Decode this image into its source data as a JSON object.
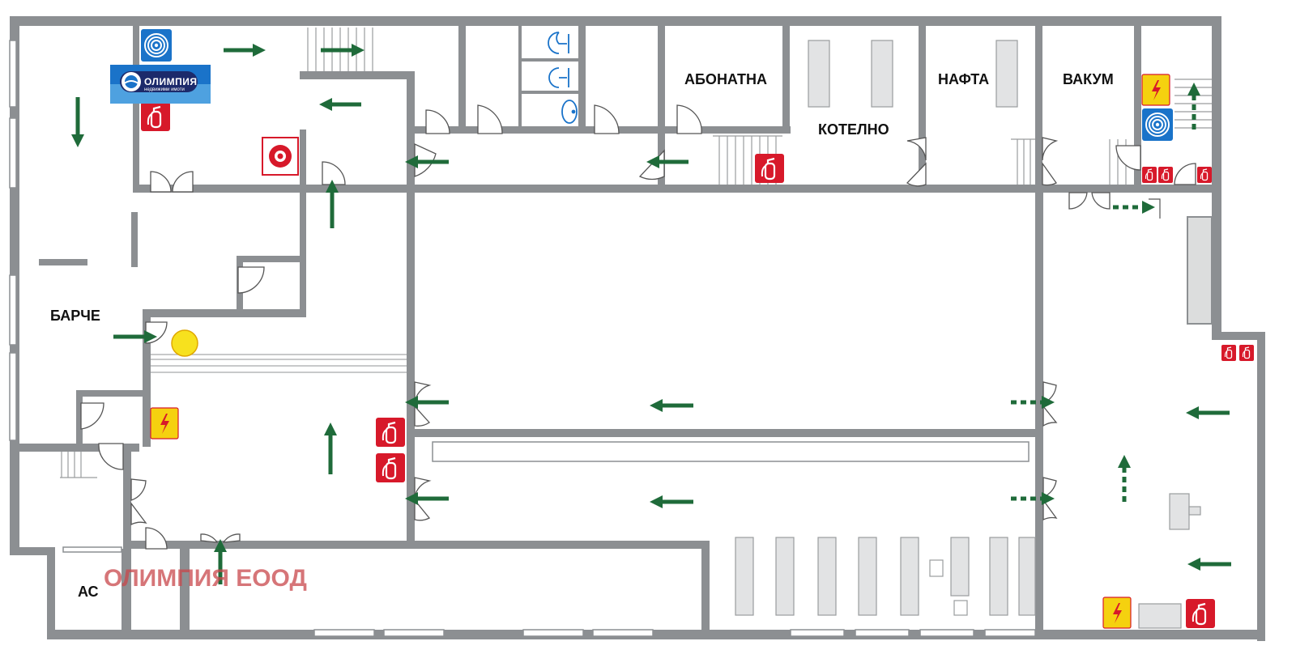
{
  "rooms": {
    "abonatna": "АБОНАТНА",
    "kotelno": "КОТЕЛНО",
    "nafta": "НАФТА",
    "vakum": "ВАКУМ",
    "barche": "БАРЧЕ",
    "ac": "АС"
  },
  "logo": {
    "name": "ОЛИМПИЯ",
    "subtitle": "недвижими имоти"
  },
  "watermark": "ОЛИМПИЯ ЕООД",
  "colors": {
    "wall": "#8c8f92",
    "arrow": "#1f6b3a",
    "extinguisher": "#d7192a",
    "electric": "#f5d10f",
    "hose": "#1a73c9",
    "fixture": "#e2e3e4",
    "watermark": "#c9484c",
    "assembly": "#f7e11e"
  },
  "icons": [
    "fire-extinguisher-icon",
    "fire-hose-icon",
    "electrical-hazard-icon",
    "fire-alarm-icon",
    "evacuation-arrow-icon",
    "toilet-icon",
    "sink-icon",
    "assembly-point-icon"
  ]
}
